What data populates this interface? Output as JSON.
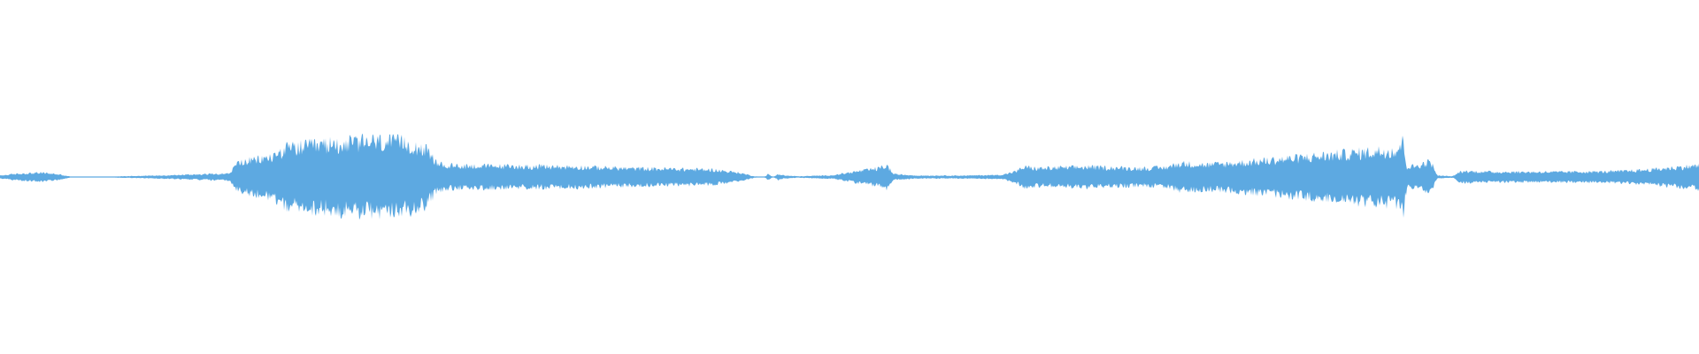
{
  "waveform": {
    "color": "#5DA9E1",
    "background": "#FFFFFF",
    "amplitude_envelope": [
      [
        0.0,
        0.01
      ],
      [
        0.01,
        0.022
      ],
      [
        0.025,
        0.03
      ],
      [
        0.035,
        0.018
      ],
      [
        0.042,
        0.002
      ],
      [
        0.065,
        0.002
      ],
      [
        0.07,
        0.005
      ],
      [
        0.1,
        0.012
      ],
      [
        0.12,
        0.02
      ],
      [
        0.135,
        0.025
      ],
      [
        0.14,
        0.1
      ],
      [
        0.16,
        0.14
      ],
      [
        0.168,
        0.2
      ],
      [
        0.185,
        0.22
      ],
      [
        0.205,
        0.24
      ],
      [
        0.22,
        0.25
      ],
      [
        0.238,
        0.24
      ],
      [
        0.25,
        0.2
      ],
      [
        0.257,
        0.1
      ],
      [
        0.262,
        0.08
      ],
      [
        0.3,
        0.075
      ],
      [
        0.34,
        0.07
      ],
      [
        0.37,
        0.06
      ],
      [
        0.4,
        0.055
      ],
      [
        0.42,
        0.05
      ],
      [
        0.435,
        0.03
      ],
      [
        0.444,
        0.005
      ],
      [
        0.45,
        0.0
      ],
      [
        0.452,
        0.02
      ],
      [
        0.455,
        0.0
      ],
      [
        0.458,
        0.02
      ],
      [
        0.462,
        0.01
      ],
      [
        0.47,
        0.005
      ],
      [
        0.49,
        0.012
      ],
      [
        0.505,
        0.04
      ],
      [
        0.517,
        0.06
      ],
      [
        0.522,
        0.08
      ],
      [
        0.526,
        0.02
      ],
      [
        0.54,
        0.01
      ],
      [
        0.57,
        0.01
      ],
      [
        0.59,
        0.015
      ],
      [
        0.598,
        0.04
      ],
      [
        0.603,
        0.07
      ],
      [
        0.61,
        0.06
      ],
      [
        0.64,
        0.07
      ],
      [
        0.67,
        0.06
      ],
      [
        0.685,
        0.065
      ],
      [
        0.695,
        0.095
      ],
      [
        0.71,
        0.085
      ],
      [
        0.725,
        0.095
      ],
      [
        0.745,
        0.115
      ],
      [
        0.77,
        0.14
      ],
      [
        0.79,
        0.16
      ],
      [
        0.81,
        0.18
      ],
      [
        0.822,
        0.19
      ],
      [
        0.826,
        0.25
      ],
      [
        0.828,
        0.07
      ],
      [
        0.835,
        0.08
      ],
      [
        0.842,
        0.11
      ],
      [
        0.846,
        0.01
      ],
      [
        0.855,
        0.005
      ],
      [
        0.86,
        0.04
      ],
      [
        0.88,
        0.035
      ],
      [
        0.92,
        0.035
      ],
      [
        0.95,
        0.038
      ],
      [
        0.97,
        0.05
      ],
      [
        0.99,
        0.07
      ],
      [
        1.0,
        0.08
      ]
    ]
  }
}
